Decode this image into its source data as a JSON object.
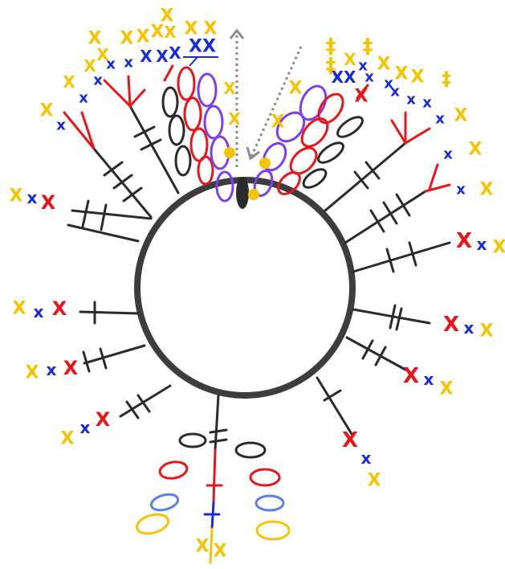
{
  "colors": {
    "background": "#ffffff",
    "circle": "#3d3d3d",
    "black": "#2b2b2b",
    "red": "#e8161b",
    "blue": "#1a2bd8",
    "purple": "#7b3ff0",
    "light_blue": "#5a7df0",
    "yellow": "#f5c400",
    "dotted_arrow": "#8a8a8a"
  },
  "glyphs": {
    "x_small": "x",
    "x_capital": "X",
    "xx": "XX",
    "double_cross": "‡"
  }
}
